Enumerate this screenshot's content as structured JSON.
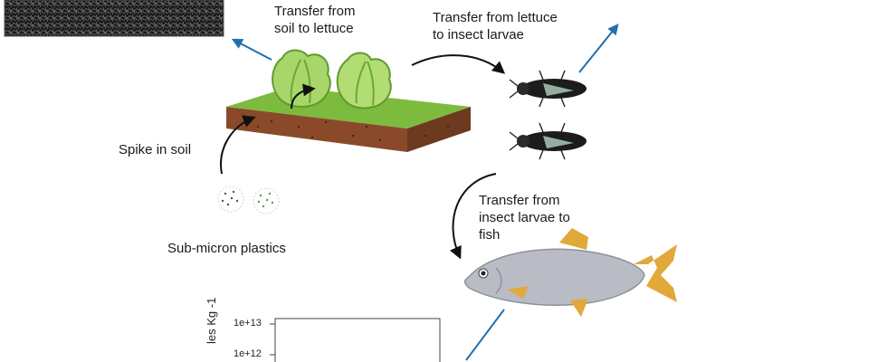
{
  "labels": {
    "soil_to_lettuce": [
      "Transfer from",
      "soil to lettuce"
    ],
    "lettuce_to_larvae": [
      "Transfer from lettuce",
      "to insect larvae"
    ],
    "spike": "Spike in soil",
    "larvae_to_fish": [
      "Transfer from",
      "insect larvae to",
      "fish"
    ],
    "plastics": "Sub-micron plastics"
  },
  "inset_chart": {
    "ylabel": "les Kg -1",
    "ticks": [
      "1e+13",
      "1e+12"
    ]
  },
  "colors": {
    "arrow_black": "#111111",
    "arrow_blue": "#1f6fb0",
    "grass": "#7dbb3f",
    "soil": "#8a4a2a",
    "lettuce": "#a8d66a",
    "fish_body": "#b9bcc4",
    "fish_fin": "#e0a93a"
  },
  "icons": [
    "microscopy-image",
    "lettuce-icon",
    "soil-block-icon",
    "insect-larva-icon",
    "fish-icon",
    "nanoplastic-particle-icon"
  ]
}
